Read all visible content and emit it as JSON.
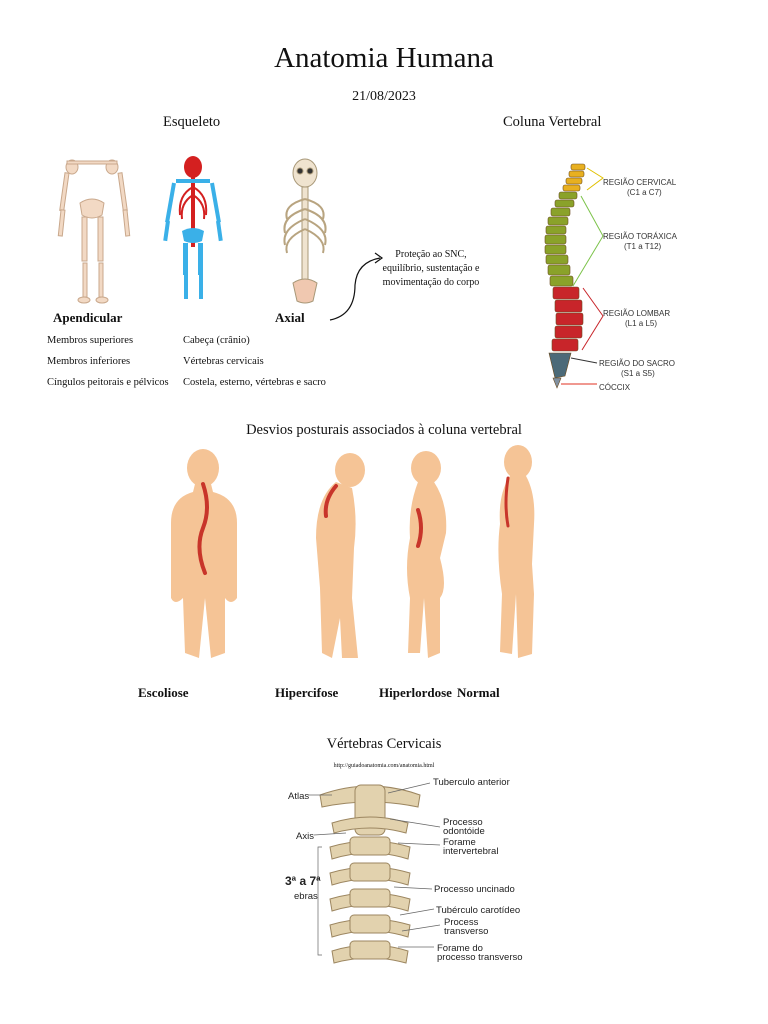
{
  "header": {
    "title": "Anatomia Humana",
    "date": "21/08/2023"
  },
  "skeleton": {
    "heading": "Esqueleto",
    "apendicular": {
      "label": "Apendicular",
      "items": [
        "Membros superiores",
        "Membros inferiores",
        "Cíngulos peitorais e pélvicos"
      ]
    },
    "axial": {
      "label": "Axial",
      "items": [
        "Cabeça (crânio)",
        "Vértebras cervicais",
        "Costela, esterno, vértebras e sacro"
      ]
    },
    "note": [
      "Proteção ao SNC,",
      "equilíbrio, sustentação e",
      "movimentação do corpo"
    ]
  },
  "spine": {
    "heading": "Coluna Vertebral",
    "regions": [
      {
        "name": "REGIÃO CERVICAL",
        "range": "(C1 a C7)"
      },
      {
        "name": "REGIÃO TORÁXICA",
        "range": "(T1 a T12)"
      },
      {
        "name": "REGIÃO LOMBAR",
        "range": "(L1 a L5)"
      },
      {
        "name": "REGIÃO DO SACRO",
        "range": "(S1 a S5)"
      },
      {
        "name": "CÓCCIX",
        "range": ""
      }
    ],
    "colors": {
      "cervical": "#e8b020",
      "thoracic": "#8aa22a",
      "lumbar": "#c8252a",
      "sacrum": "#4c6a78",
      "arrow_cervical": "#e0c000",
      "arrow_thoracic": "#7cc34a",
      "arrow_lumbar": "#c8252a",
      "arrow_sacrum": "#333333",
      "arrow_coccyx": "#e03020"
    }
  },
  "postural": {
    "heading": "Desvios posturais associados à coluna vertebral",
    "labels": [
      "Escoliose",
      "Hipercifose",
      "Hiperlordose",
      "Normal"
    ],
    "colors": {
      "body": "#f5c496",
      "spine": "#c8352a"
    }
  },
  "cervical": {
    "heading": "Vértebras Cervicais",
    "url": "http://guiadoanatomia.com/anatomia.html",
    "left_labels": {
      "atlas": "Atlas",
      "axis": "Axis",
      "range": "3ª a 7ª",
      "range_sub": "ebras"
    },
    "right_labels": [
      "Tuberculo anterior",
      "Processo",
      "odontóide",
      "Forame",
      "intervertebral",
      "Processo uncinado",
      "Tubérculo carotídeo",
      "Process",
      "transverso",
      "Forame do",
      "processo transverso"
    ]
  }
}
